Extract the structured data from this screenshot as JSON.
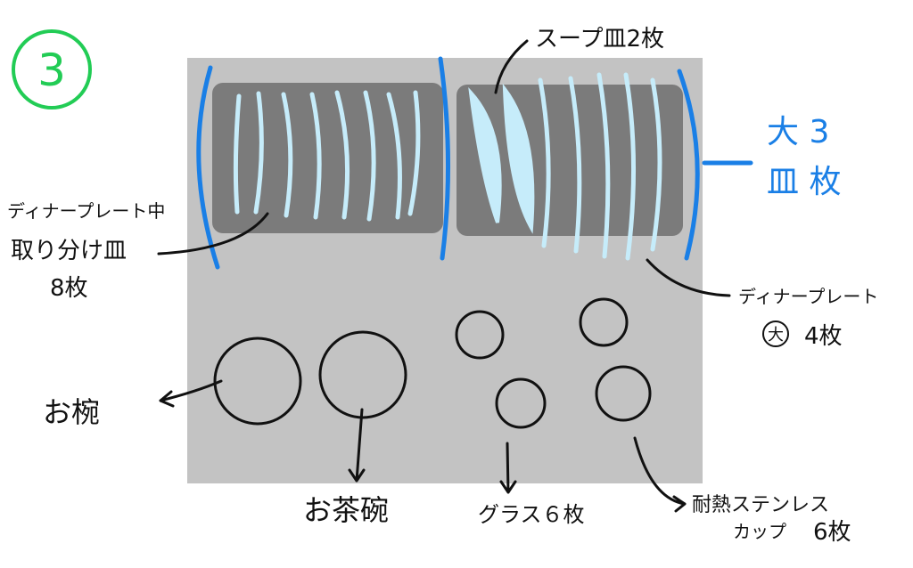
{
  "step_number": "3",
  "labels": {
    "soup_plates": "スープ皿2枚",
    "large_plates_line1": "大 3",
    "large_plates_line2": "皿 枚",
    "dinner_medium_line1": "ディナープレート中",
    "dinner_medium_line2": "取り分け皿",
    "dinner_medium_line3": "8枚",
    "dinner_large_line1": "ディナープレート",
    "dinner_large_circled": "大",
    "dinner_large_count": "4枚",
    "bowl": "お椀",
    "rice_bowl": "お茶碗",
    "glasses": "グラス６枚",
    "cups_line1": "耐熱ステンレス",
    "cups_line2": "カップ",
    "cups_count": "6枚"
  },
  "colors": {
    "cabinet": "#c3c3c3",
    "rack": "#7b7b7b",
    "plate": "#c6ecfa",
    "divider": "#1a7fe6",
    "step_circle": "#22cc55"
  }
}
